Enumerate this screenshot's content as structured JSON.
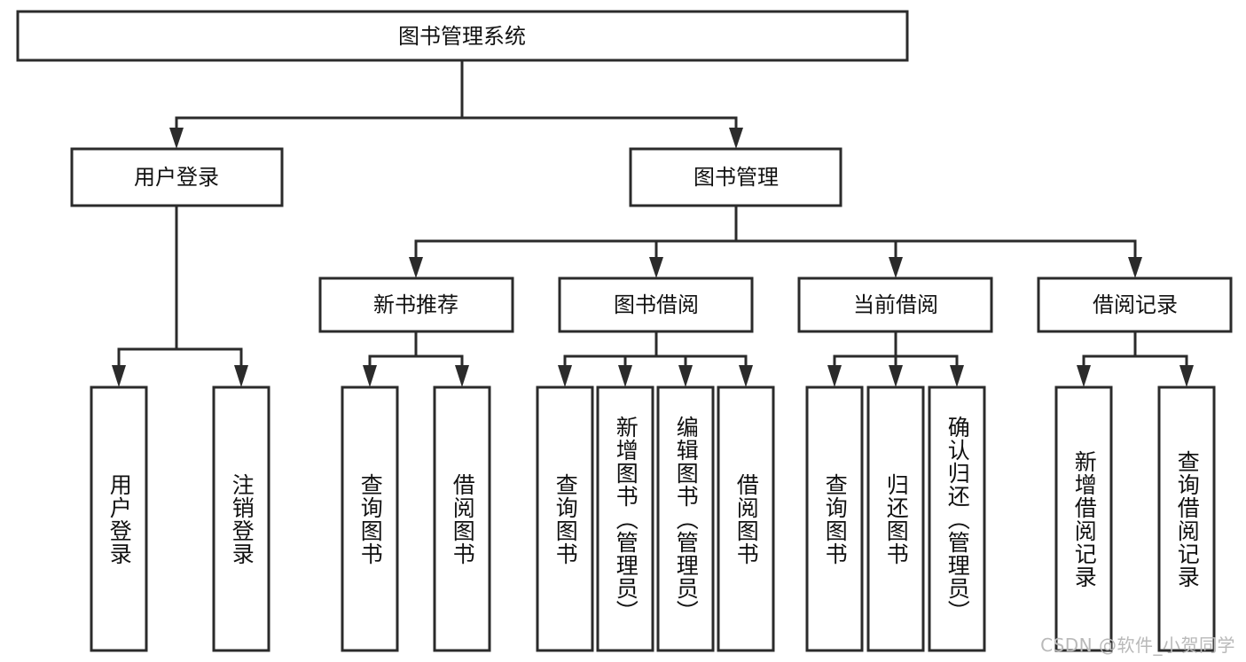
{
  "diagram": {
    "title": "图书管理系统",
    "type": "hierarchy-tree",
    "accent_line_color": "#2b2b2b",
    "box_fill_color": "#ffffff",
    "root": {
      "label": "图书管理系统"
    },
    "level2": [
      {
        "label": "用户登录"
      },
      {
        "label": "图书管理"
      }
    ],
    "level3": [
      {
        "label": "新书推荐"
      },
      {
        "label": "图书借阅"
      },
      {
        "label": "当前借阅"
      },
      {
        "label": "借阅记录"
      }
    ],
    "leaves": {
      "user_login": [
        {
          "label": "用户登录"
        },
        {
          "label": "注销登录"
        }
      ],
      "new_book_recommend": [
        {
          "label": "查询图书"
        },
        {
          "label": "借阅图书"
        }
      ],
      "book_borrow": [
        {
          "label": "查询图书"
        },
        {
          "label": "新增图书（管理员）"
        },
        {
          "label": "编辑图书（管理员）"
        },
        {
          "label": "借阅图书"
        }
      ],
      "current_borrow": [
        {
          "label": "查询图书"
        },
        {
          "label": "归还图书"
        },
        {
          "label": "确认归还（管理员）"
        }
      ],
      "borrow_record": [
        {
          "label": "新增借阅记录"
        },
        {
          "label": "查询借阅记录"
        }
      ]
    }
  },
  "watermark": {
    "text": "CSDN @软件_小贺同学"
  }
}
